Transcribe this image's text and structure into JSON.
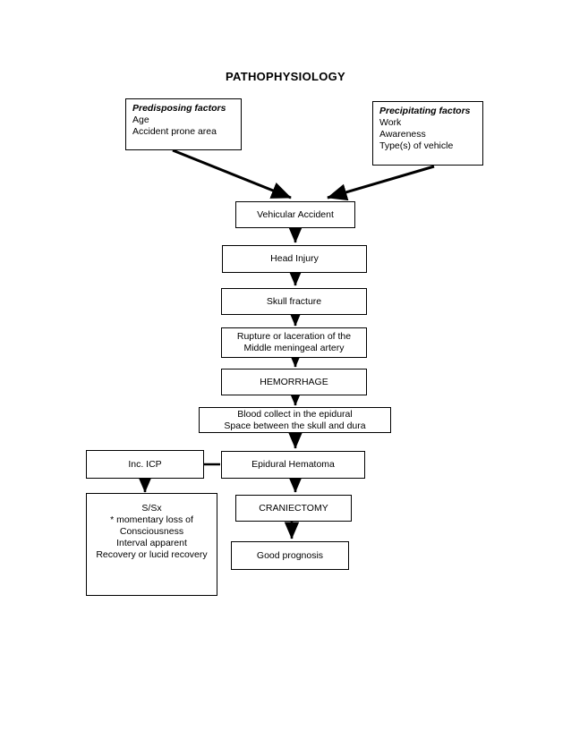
{
  "page": {
    "title": "PATHOPHYSIOLOGY",
    "background_color": "#ffffff",
    "line_color": "#000000"
  },
  "chart_data": {
    "type": "diagram",
    "title": "PATHOPHYSIOLOGY",
    "diagram_kind": "flowchart",
    "nodes": [
      {
        "id": "predisposing",
        "heading": "Predisposing factors",
        "lines": [
          "Age",
          "Accident prone area"
        ],
        "align": "left"
      },
      {
        "id": "precipitating",
        "heading": "Precipitating factors",
        "lines": [
          "Work",
          "Awareness",
          "Type(s) of vehicle"
        ],
        "align": "left"
      },
      {
        "id": "vehicular_accident",
        "lines": [
          "Vehicular Accident"
        ],
        "align": "center"
      },
      {
        "id": "head_injury",
        "lines": [
          "Head Injury"
        ],
        "align": "center"
      },
      {
        "id": "skull_fracture",
        "lines": [
          "Skull fracture"
        ],
        "align": "center"
      },
      {
        "id": "rupture",
        "lines": [
          "Rupture or laceration of the",
          "Middle meningeal artery"
        ],
        "align": "center"
      },
      {
        "id": "hemorrhage",
        "lines": [
          "HEMORRHAGE"
        ],
        "align": "center"
      },
      {
        "id": "blood_collect",
        "lines": [
          "Blood collect in the epidural",
          "Space between the skull and dura"
        ],
        "align": "center"
      },
      {
        "id": "epidural_hematoma",
        "lines": [
          "Epidural Hematoma"
        ],
        "align": "center"
      },
      {
        "id": "inc_icp",
        "lines": [
          "Inc. ICP"
        ],
        "align": "center"
      },
      {
        "id": "ssx",
        "lines": [
          "S/Sx",
          "* momentary loss of",
          "Consciousness",
          "Interval apparent",
          "Recovery or lucid recovery"
        ],
        "align": "center"
      },
      {
        "id": "craniectomy",
        "lines": [
          "CRANIECTOMY"
        ],
        "align": "center"
      },
      {
        "id": "good_prognosis",
        "lines": [
          "Good prognosis"
        ],
        "align": "center"
      }
    ],
    "edges": [
      {
        "from": "predisposing",
        "to": "vehicular_accident",
        "style": "diagonal-arrow"
      },
      {
        "from": "precipitating",
        "to": "vehicular_accident",
        "style": "diagonal-arrow"
      },
      {
        "from": "vehicular_accident",
        "to": "head_injury",
        "style": "down-arrow"
      },
      {
        "from": "head_injury",
        "to": "skull_fracture",
        "style": "down-arrow"
      },
      {
        "from": "skull_fracture",
        "to": "rupture",
        "style": "down-arrow"
      },
      {
        "from": "rupture",
        "to": "hemorrhage",
        "style": "down-arrow"
      },
      {
        "from": "hemorrhage",
        "to": "blood_collect",
        "style": "down-arrow"
      },
      {
        "from": "blood_collect",
        "to": "epidural_hematoma",
        "style": "down-arrow"
      },
      {
        "from": "epidural_hematoma",
        "to": "inc_icp",
        "style": "left-arrow"
      },
      {
        "from": "inc_icp",
        "to": "ssx",
        "style": "down-arrow"
      },
      {
        "from": "epidural_hematoma",
        "to": "craniectomy",
        "style": "down-arrow"
      },
      {
        "from": "craniectomy",
        "to": "good_prognosis",
        "style": "down-arrow"
      }
    ]
  },
  "boxes": {
    "predisposing": {
      "heading": "Predisposing factors",
      "line1": "Age",
      "line2": "Accident prone area"
    },
    "precipitating": {
      "heading": "Precipitating factors",
      "line1": "Work",
      "line2": "Awareness",
      "line3": "Type(s) of vehicle"
    },
    "vehicular_accident": {
      "label": "Vehicular Accident"
    },
    "head_injury": {
      "label": "Head Injury"
    },
    "skull_fracture": {
      "label": "Skull fracture"
    },
    "rupture": {
      "line1": "Rupture or laceration of the",
      "line2": "Middle meningeal artery"
    },
    "hemorrhage": {
      "label": "HEMORRHAGE"
    },
    "blood_collect": {
      "line1": "Blood collect in the epidural",
      "line2": "Space between the skull and dura"
    },
    "epidural_hematoma": {
      "label": "Epidural Hematoma"
    },
    "inc_icp": {
      "label": "Inc. ICP"
    },
    "ssx": {
      "line1": "S/Sx",
      "line2": "* momentary loss of",
      "line3": "Consciousness",
      "line4": "Interval apparent",
      "line5": "Recovery or lucid recovery"
    },
    "craniectomy": {
      "label": "CRANIECTOMY"
    },
    "good_prognosis": {
      "label": "Good prognosis"
    }
  }
}
